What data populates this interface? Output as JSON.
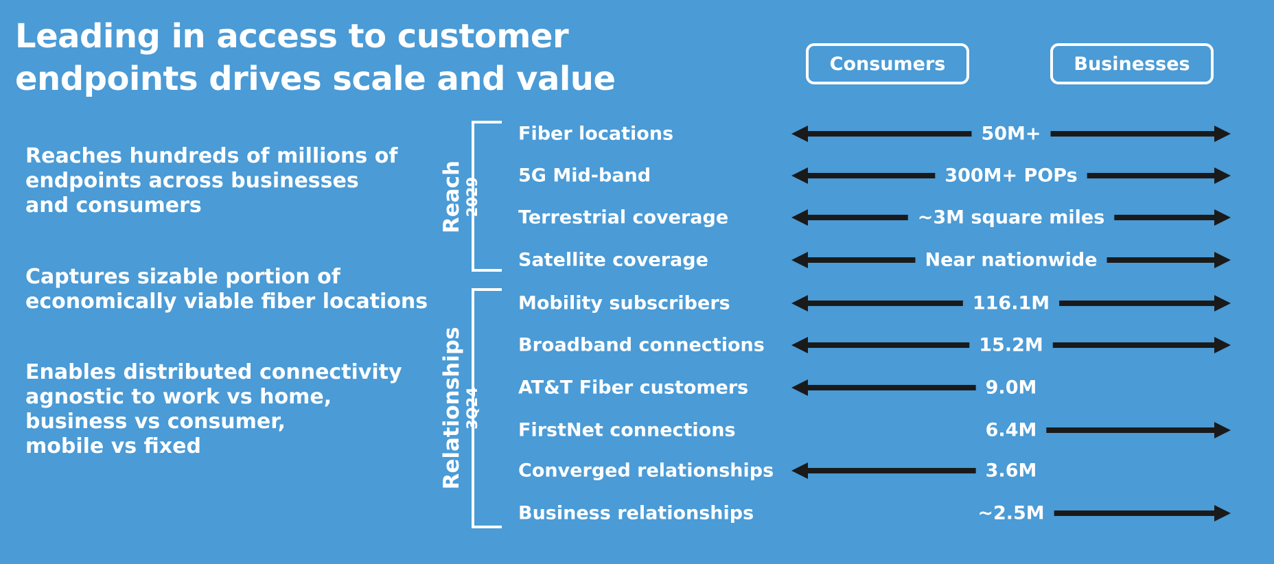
{
  "title": {
    "line1": "Leading in access to customer",
    "line2": "endpoints drives scale and value"
  },
  "points": [
    {
      "lines": [
        "Reaches hundreds of millions of",
        "endpoints across businesses",
        "and consumers"
      ]
    },
    {
      "lines": [
        "Captures sizable portion of",
        "economically viable fiber locations"
      ]
    },
    {
      "lines": [
        "Enables distributed connectivity",
        "agnostic to work vs home,",
        "business vs consumer,",
        "mobile vs fixed"
      ]
    }
  ],
  "segments": {
    "consumers": "Consumers",
    "businesses": "Businesses"
  },
  "groups": {
    "reach": {
      "label": "Reach",
      "period": "2029"
    },
    "relationships": {
      "label": "Relationships",
      "period": "3Q24"
    }
  },
  "rows": [
    {
      "label": "Fiber locations",
      "value": "50M+",
      "consumers": true,
      "businesses": true
    },
    {
      "label": "5G Mid-band",
      "value": "300M+ POPs",
      "consumers": true,
      "businesses": true
    },
    {
      "label": "Terrestrial coverage",
      "value": "~3M square miles",
      "consumers": true,
      "businesses": true
    },
    {
      "label": "Satellite coverage",
      "value": "Near nationwide",
      "consumers": true,
      "businesses": true
    },
    {
      "label": "Mobility subscribers",
      "value": "116.1M",
      "consumers": true,
      "businesses": true
    },
    {
      "label": "Broadband connections",
      "value": "15.2M",
      "consumers": true,
      "businesses": true
    },
    {
      "label": "AT&T Fiber customers",
      "value": "9.0M",
      "consumers": true,
      "businesses": false
    },
    {
      "label": "FirstNet connections",
      "value": "6.4M",
      "consumers": false,
      "businesses": true
    },
    {
      "label": "Converged relationships",
      "value": "3.6M",
      "consumers": true,
      "businesses": false
    },
    {
      "label": "Business relationships",
      "value": "~2.5M",
      "consumers": false,
      "businesses": true
    }
  ],
  "colors": {
    "background": "#4a9bd6",
    "arrow": "#1a1a1a",
    "text": "#ffffff"
  }
}
